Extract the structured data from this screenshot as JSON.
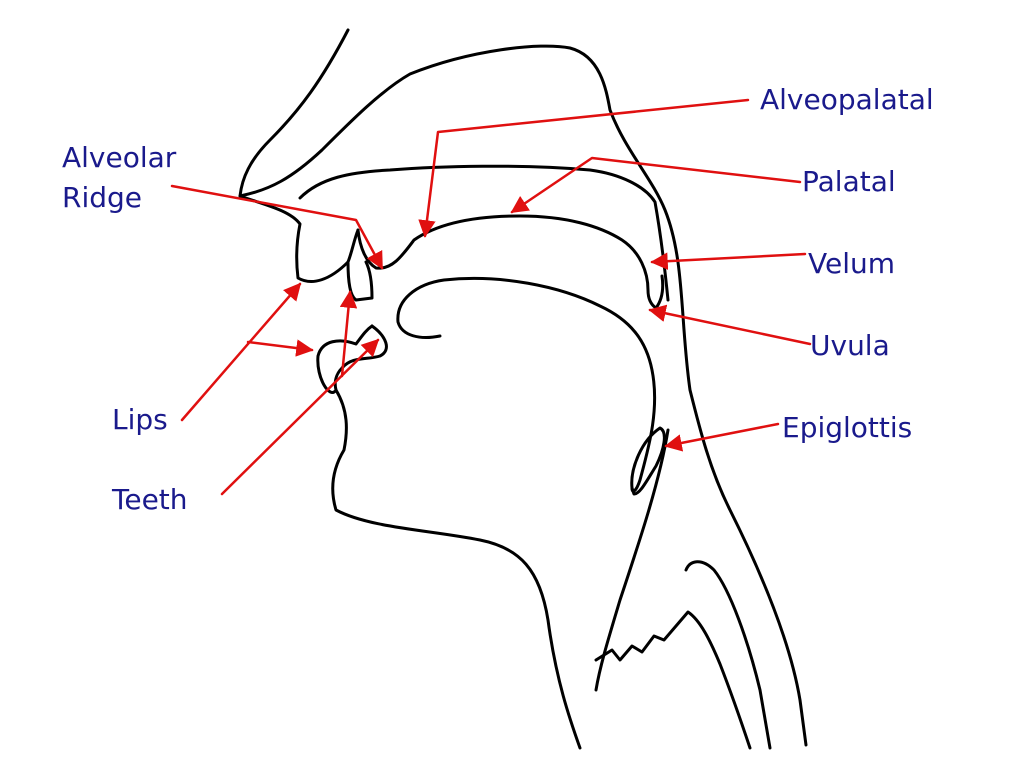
{
  "labels": {
    "alveolar_line1": "Alveolar",
    "alveolar_line2": "Ridge",
    "alveopalatal": "Alveopalatal",
    "palatal": "Palatal",
    "velum": "Velum",
    "uvula": "Uvula",
    "epiglottis": "Epiglottis",
    "lips": "Lips",
    "teeth": "Teeth"
  },
  "colors": {
    "label_text": "#1a1a8c",
    "leader_line": "#e01010",
    "outline": "#000000",
    "background": "#ffffff"
  }
}
